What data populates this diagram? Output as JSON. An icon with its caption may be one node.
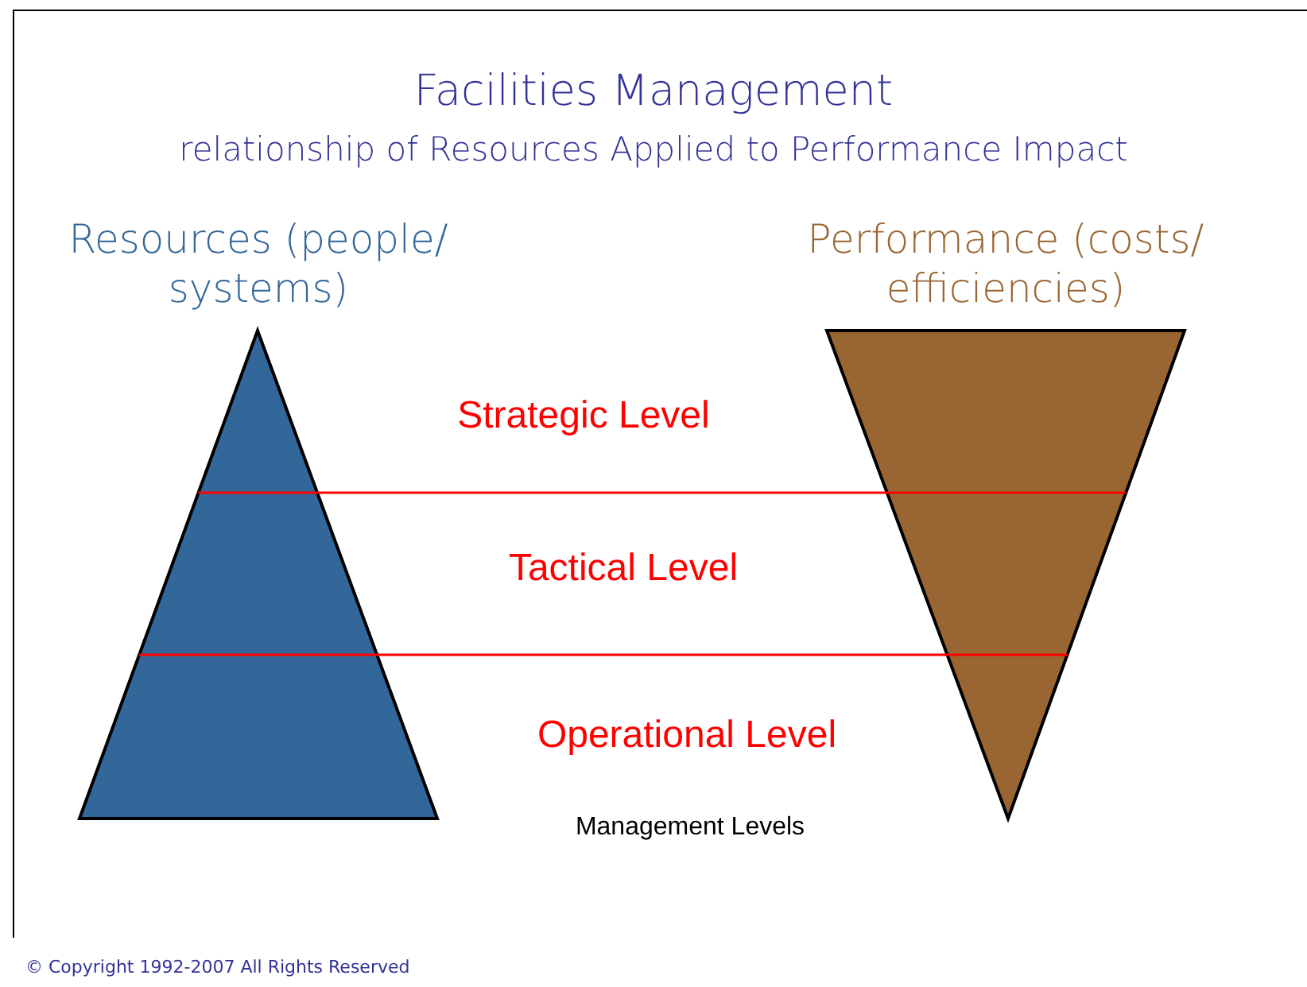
{
  "diagram": {
    "title": "Facilities Management",
    "nodes": [
      {
        "text": [
          "Resources (people/ systems)"
        ]
      },
      {
        "text": [
          "Performance (costs/ efficiencies)"
        ]
      }
    ],
    "edges": [
      {
        "from": 0,
        "to": 1,
        "arrow": "none"
      },
      {
        "from": 0,
        "to": 1,
        "arrow": "none"
      }
    ],
    "labels": [
      "relationship of Resources Applied to Performance Impact",
      "Strategic Level",
      "Tactical Level",
      "Operational Level",
      "Management Levels",
      "© Copyright 1992-2007 All Rights Reserved"
    ]
  }
}
